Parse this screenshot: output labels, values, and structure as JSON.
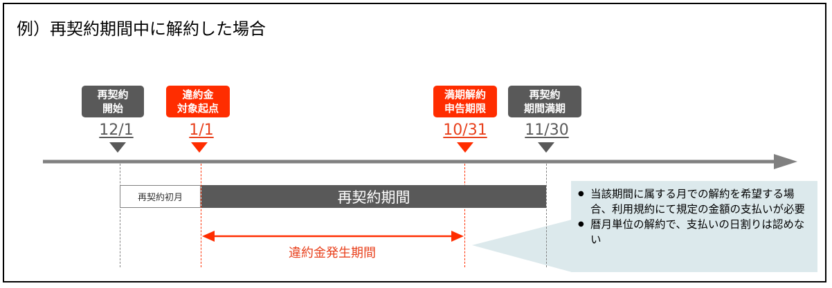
{
  "title": "例）再契約期間中に解約した場合",
  "tags": {
    "renewal_start": [
      "再契約",
      "開始"
    ],
    "penalty_start": [
      "違約金",
      "対象起点"
    ],
    "deadline": [
      "満期解約",
      "申告期限"
    ],
    "renewal_end": [
      "再契約",
      "期間満期"
    ]
  },
  "dates": {
    "renewal_start": "12/1",
    "penalty_start": "1/1",
    "deadline": "10/31",
    "renewal_end": "11/30"
  },
  "bars": {
    "first_month": "再契約初月",
    "renewal_period": "再契約期間"
  },
  "penalty_period_label": "違約金発生期間",
  "callout": {
    "items": [
      "当該期間に属する月での解約を希望する場合、利用規約にて規定の金額の支払いが必要",
      "暦月単位の解約で、支払いの日割りは認めない"
    ]
  },
  "colors": {
    "gray": "#595959",
    "red": "#ff2d00",
    "callout_bg": "#dce9ec"
  }
}
